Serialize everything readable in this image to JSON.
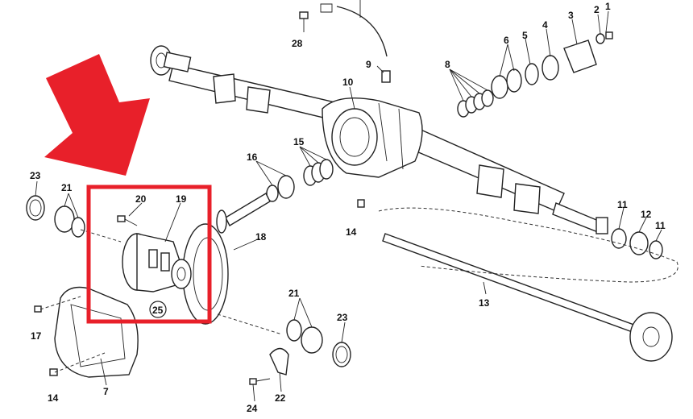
{
  "diagram": {
    "part_labels": [
      {
        "id": "p1",
        "text": "1"
      },
      {
        "id": "p2",
        "text": "2"
      },
      {
        "id": "p3",
        "text": "3"
      },
      {
        "id": "p4",
        "text": "4"
      },
      {
        "id": "p5",
        "text": "5"
      },
      {
        "id": "p6",
        "text": "6"
      },
      {
        "id": "p7",
        "text": "7"
      },
      {
        "id": "p8",
        "text": "8"
      },
      {
        "id": "p9",
        "text": "9"
      },
      {
        "id": "p10",
        "text": "10"
      },
      {
        "id": "p11a",
        "text": "11"
      },
      {
        "id": "p11b",
        "text": "11"
      },
      {
        "id": "p12",
        "text": "12"
      },
      {
        "id": "p13",
        "text": "13"
      },
      {
        "id": "p14a",
        "text": "14"
      },
      {
        "id": "p14b",
        "text": "14"
      },
      {
        "id": "p15",
        "text": "15"
      },
      {
        "id": "p16",
        "text": "16"
      },
      {
        "id": "p17",
        "text": "17"
      },
      {
        "id": "p18",
        "text": "18"
      },
      {
        "id": "p19",
        "text": "19"
      },
      {
        "id": "p20",
        "text": "20"
      },
      {
        "id": "p21a",
        "text": "21"
      },
      {
        "id": "p21b",
        "text": "21"
      },
      {
        "id": "p22",
        "text": "22"
      },
      {
        "id": "p23a",
        "text": "23"
      },
      {
        "id": "p23b",
        "text": "23"
      },
      {
        "id": "p24",
        "text": "24"
      },
      {
        "id": "p25",
        "text": "25"
      },
      {
        "id": "p28",
        "text": "28"
      }
    ],
    "highlight": {
      "arrow_color": "#e8202a",
      "box_color": "#e8202a",
      "highlighted_parts": [
        "19",
        "20",
        "25"
      ]
    }
  }
}
